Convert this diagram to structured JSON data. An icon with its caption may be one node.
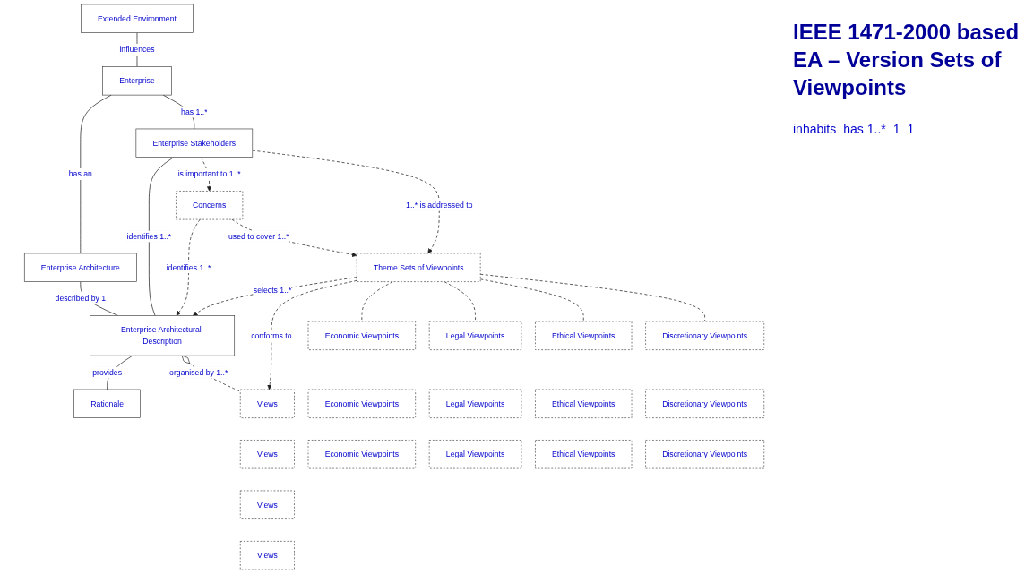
{
  "diagram": {
    "title": "IEEE 1471-2000 based EA – Version Sets of Viewpoints",
    "nodes": [
      {
        "text": [
          "Extended Environment"
        ]
      },
      {
        "text": [
          "Enterprise"
        ]
      },
      {
        "text": [
          "Enterprise Architecture"
        ]
      },
      {
        "text": [
          "Enterprise Stakeholders"
        ]
      },
      {
        "text": [
          "Enterprise Architectural Description"
        ]
      },
      {
        "text": [
          "Rationale"
        ]
      },
      {
        "text": [
          "Concerns"
        ]
      },
      {
        "text": [
          "Theme Sets of Viewpoints"
        ]
      },
      {
        "text": [
          "Views"
        ]
      },
      {
        "text": [
          "Views"
        ]
      },
      {
        "text": [
          "Views"
        ]
      },
      {
        "text": [
          "Views"
        ]
      },
      {
        "text": [
          "Economic Viewpoints"
        ]
      },
      {
        "text": [
          "Economic Viewpoints"
        ]
      },
      {
        "text": [
          "Economic Viewpoints"
        ]
      },
      {
        "text": [
          "Legal Viewpoints"
        ]
      },
      {
        "text": [
          "Legal Viewpoints"
        ]
      },
      {
        "text": [
          "Legal Viewpoints"
        ]
      },
      {
        "text": [
          "Ethical Viewpoints"
        ]
      },
      {
        "text": [
          "Ethical Viewpoints"
        ]
      },
      {
        "text": [
          "Ethical Viewpoints"
        ]
      },
      {
        "text": [
          "Discretionary Viewpoints"
        ]
      },
      {
        "text": [
          "Discretionary Viewpoints"
        ]
      },
      {
        "text": [
          "Discretionary Viewpoints"
        ]
      }
    ],
    "edges": [
      {
        "from": 0,
        "to": 1,
        "arrow": "none",
        "label": "influences"
      },
      {
        "from": 1,
        "to": 2,
        "arrow": "none",
        "label": "has an"
      },
      {
        "from": 1,
        "to": 3,
        "arrow": "none",
        "label": "has 1..*"
      },
      {
        "from": 2,
        "to": 4,
        "arrow": "none",
        "label": "described by 1"
      },
      {
        "from": 3,
        "to": 4,
        "arrow": "none",
        "label": "identifies 1..*"
      },
      {
        "from": 4,
        "to": 5,
        "arrow": "none",
        "label": "provides"
      },
      {
        "from": 3,
        "to": 6,
        "arrow": "to",
        "label": "is important to 1..*",
        "style": "dashed"
      },
      {
        "from": 6,
        "to": 4,
        "arrow": "to",
        "label": "identifies 1..*",
        "style": "dashed"
      },
      {
        "from": 3,
        "to": 7,
        "arrow": "to",
        "label": "1..* is addressed to",
        "style": "dashed"
      },
      {
        "from": 7,
        "to": 4,
        "arrow": "to",
        "label": "selects 1..*",
        "style": "dashed"
      },
      {
        "from": 4,
        "to": 8,
        "arrow": "other",
        "label": "organised by 1..*",
        "style": "dashed"
      },
      {
        "from": 6,
        "to": 7,
        "arrow": "to",
        "label": "used to cover 1..*",
        "style": "dashed"
      },
      {
        "from": 7,
        "to": 8,
        "arrow": "to",
        "label": "conforms to",
        "style": "dashed"
      },
      {
        "from": 7,
        "to": 12,
        "arrow": "none",
        "style": "dashed"
      },
      {
        "from": 7,
        "to": 15,
        "arrow": "none",
        "style": "dashed"
      },
      {
        "from": 7,
        "to": 18,
        "arrow": "none",
        "style": "dashed"
      },
      {
        "from": 7,
        "to": 21,
        "arrow": "none",
        "style": "dashed"
      }
    ],
    "labels": [
      "inhabits",
      "has 1..*",
      "1",
      "1"
    ]
  }
}
